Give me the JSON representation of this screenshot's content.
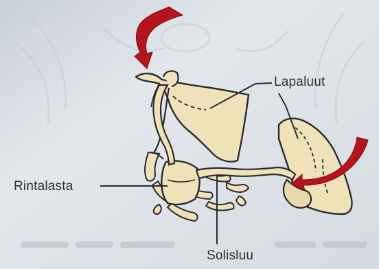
{
  "labels": {
    "lapaluut": "Lapaluut",
    "rintalasta": "Rintalasta",
    "solisluu": "Solisluu"
  },
  "icons": {
    "arrow_top": "curved-red-arrow",
    "arrow_right": "curved-red-arrow"
  },
  "colors": {
    "page": "#dfe4ea",
    "bone": "#efe2b8",
    "outline": "#2a2a30",
    "arrow": "#b3151a",
    "text": "#2f2f34"
  }
}
